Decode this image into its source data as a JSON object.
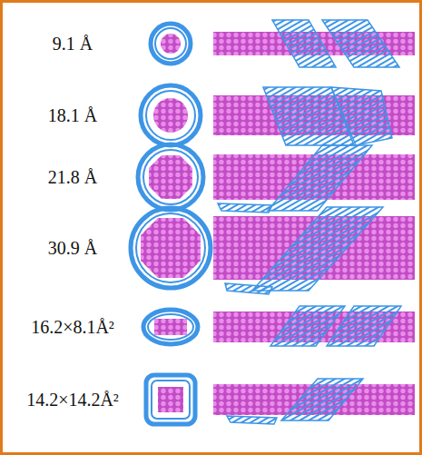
{
  "diagram": {
    "labels": [
      "9.1 Å",
      "18.1 Å",
      "21.8 Å",
      "30.9 Å",
      "16.2×8.1Å²",
      "14.2×14.2Å²"
    ]
  }
}
